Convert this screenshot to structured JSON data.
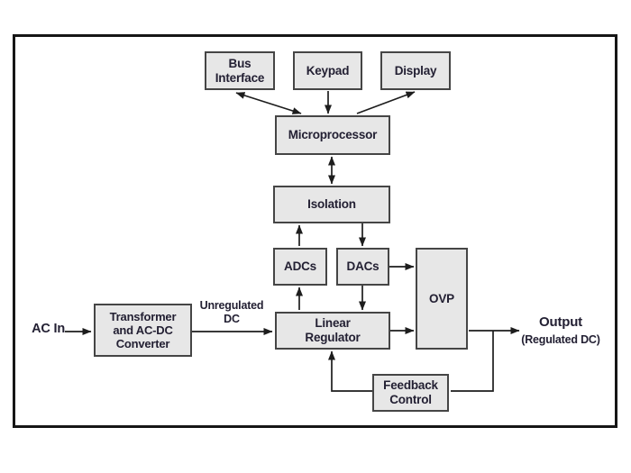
{
  "diagram": {
    "nodes": {
      "bus_interface": "Bus\nInterface",
      "keypad": "Keypad",
      "display": "Display",
      "microprocessor": "Microprocessor",
      "isolation": "Isolation",
      "adcs": "ADCs",
      "dacs": "DACs",
      "ovp": "OVP",
      "linear_regulator": "Linear\nRegulator",
      "transformer": "Transformer\nand AC-DC\nConverter",
      "feedback_control": "Feedback\nControl"
    },
    "annotations": {
      "ac_in": "AC In",
      "unregulated": "Unregulated\nDC",
      "output": "Output",
      "output_sub": "(Regulated DC)"
    },
    "edges": [
      {
        "from": "bus_interface",
        "to": "microprocessor",
        "direction": "bidirectional"
      },
      {
        "from": "keypad",
        "to": "microprocessor",
        "direction": "one-way"
      },
      {
        "from": "microprocessor",
        "to": "display",
        "direction": "one-way"
      },
      {
        "from": "microprocessor",
        "to": "isolation",
        "direction": "bidirectional"
      },
      {
        "from": "adcs",
        "to": "isolation",
        "direction": "one-way"
      },
      {
        "from": "isolation",
        "to": "dacs",
        "direction": "one-way"
      },
      {
        "from": "linear_regulator",
        "to": "adcs",
        "direction": "one-way"
      },
      {
        "from": "dacs",
        "to": "linear_regulator",
        "direction": "one-way"
      },
      {
        "from": "dacs",
        "to": "ovp",
        "direction": "one-way"
      },
      {
        "from": "linear_regulator",
        "to": "ovp",
        "direction": "one-way"
      },
      {
        "from": "ac_in",
        "to": "transformer",
        "direction": "one-way"
      },
      {
        "from": "transformer",
        "to": "linear_regulator",
        "direction": "one-way",
        "label": "Unregulated DC"
      },
      {
        "from": "ovp",
        "to": "output",
        "direction": "one-way",
        "label": "Output (Regulated DC)"
      },
      {
        "from": "output_line",
        "to": "feedback_control",
        "direction": "one-way"
      },
      {
        "from": "feedback_control",
        "to": "linear_regulator",
        "direction": "one-way"
      }
    ],
    "colors": {
      "box_fill": "#e7e7e7",
      "box_border": "#454545",
      "line": "#1d1d1d",
      "text": "#232033",
      "frame_border": "#161616",
      "background": "#ffffff"
    }
  }
}
